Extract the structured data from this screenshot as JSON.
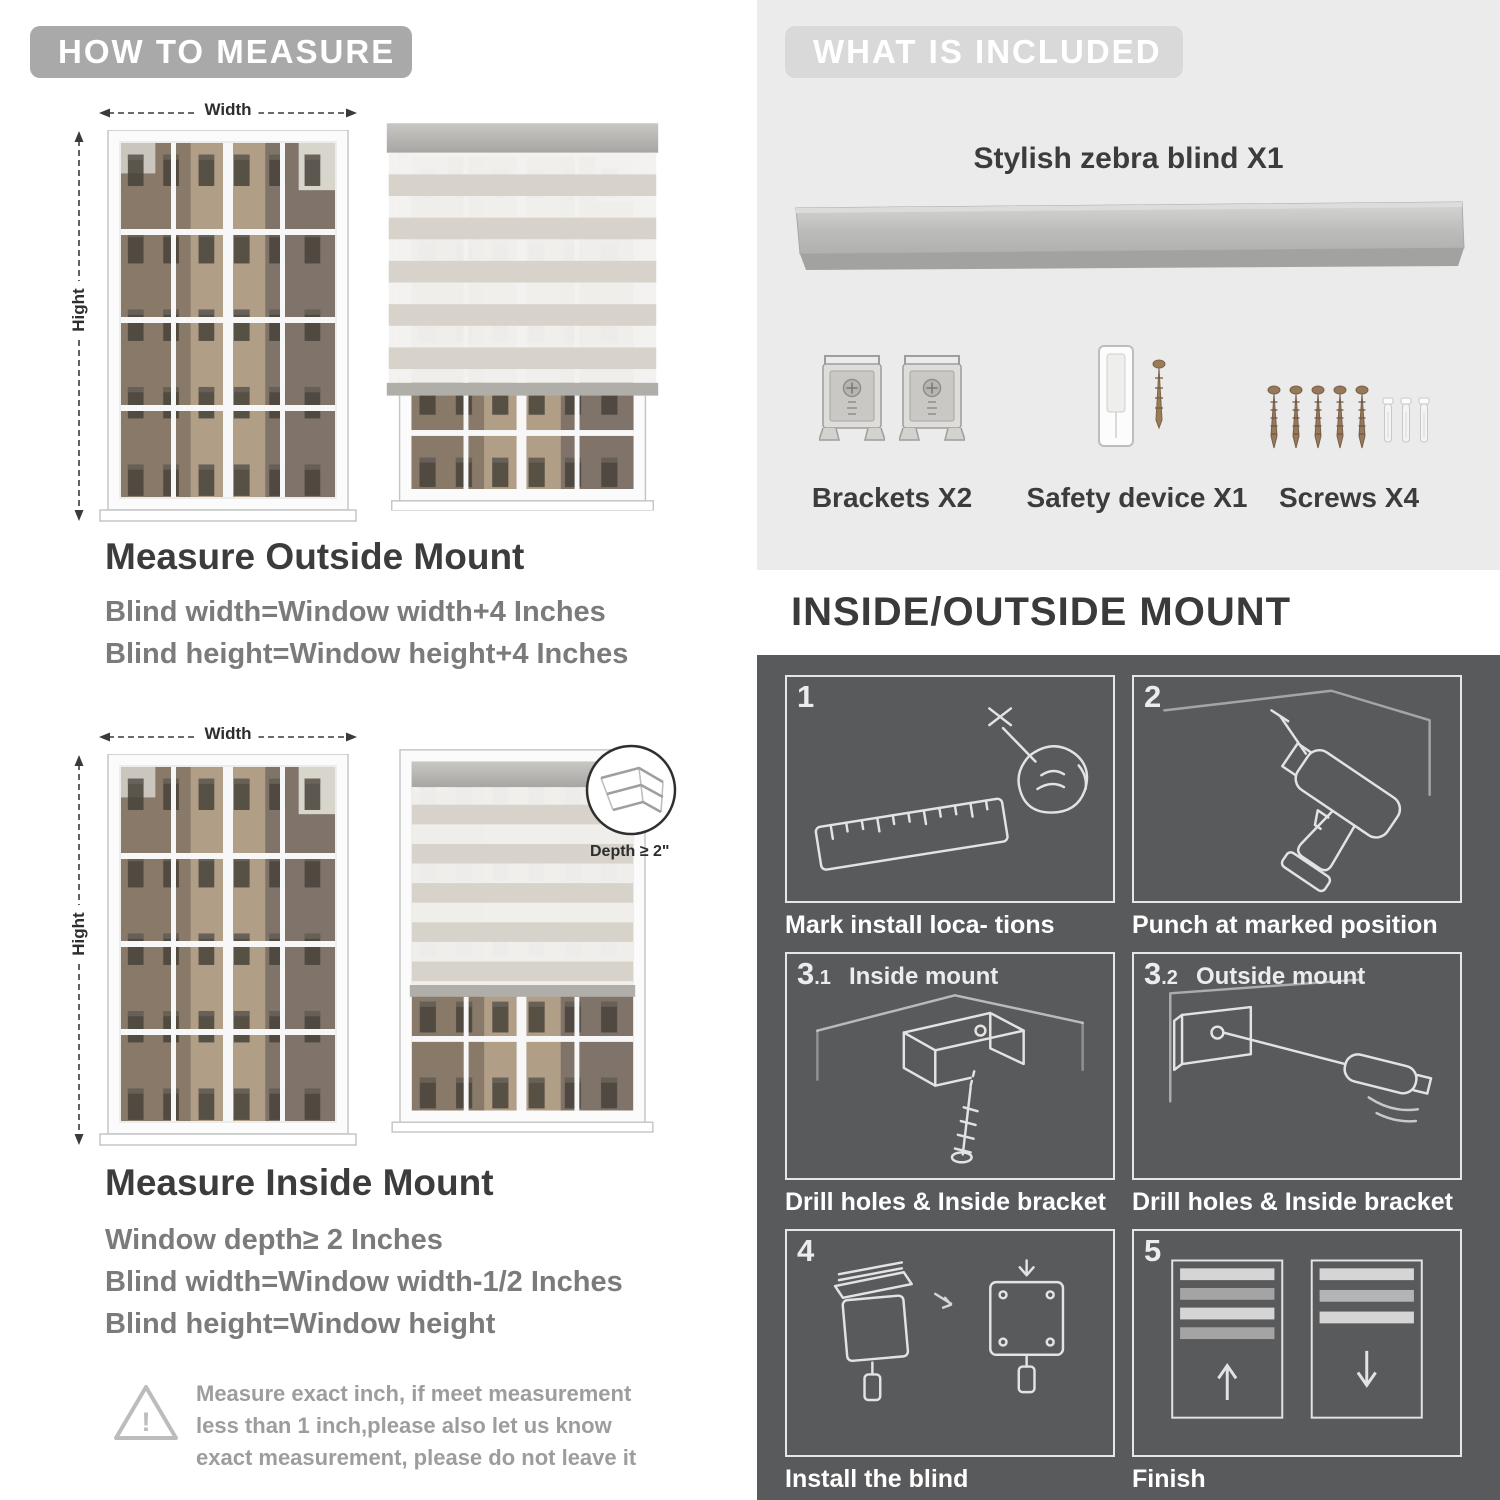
{
  "left": {
    "title": "HOW TO MEASURE",
    "outside": {
      "width_label": "Width",
      "height_label": "Hight",
      "heading": "Measure Outside Mount",
      "lines": [
        "Blind width=Window width+4 Inches",
        "Blind height=Window height+4 Inches"
      ]
    },
    "inside": {
      "width_label": "Width",
      "height_label": "Hight",
      "depth_label": "Depth ≥ 2\"",
      "heading": "Measure Inside Mount",
      "lines": [
        "Window depth≥ 2 Inches",
        "Blind width=Window width-1/2 Inches",
        "Blind height=Window height"
      ]
    },
    "warning_glyph": "!",
    "warning_text": "Measure exact inch, if meet measurement less than 1 inch,please also let us know exact measurement, please do not leave it"
  },
  "right": {
    "included": {
      "title": "WHAT IS INCLUDED",
      "product_label": "Stylish zebra blind X1",
      "items": [
        {
          "label": "Brackets X2"
        },
        {
          "label": "Safety device X1"
        },
        {
          "label": "Screws X4"
        }
      ]
    },
    "mount": {
      "title": "INSIDE/OUTSIDE MOUNT",
      "steps": [
        {
          "num": "1",
          "sub": "",
          "label": "",
          "caption": "Mark install loca- tions"
        },
        {
          "num": "2",
          "sub": "",
          "label": "",
          "caption": "Punch at marked position"
        },
        {
          "num": "3",
          "sub": ".1",
          "label": "Inside mount",
          "caption": "Drill holes & Inside bracket"
        },
        {
          "num": "3",
          "sub": ".2",
          "label": "Outside mount",
          "caption": "Drill holes & Inside bracket"
        },
        {
          "num": "4",
          "sub": "",
          "label": "",
          "caption": "Install the blind"
        },
        {
          "num": "5",
          "sub": "",
          "label": "",
          "caption": "Finish"
        }
      ]
    }
  },
  "colors": {
    "title_badge_gray": "#a9a9a9",
    "title_badge_light": "#d9d9d9",
    "included_bg": "#ebebeb",
    "mount_bg": "#595a5c",
    "heading_text": "#3c3c3c",
    "body_text": "#7b7b7b"
  }
}
